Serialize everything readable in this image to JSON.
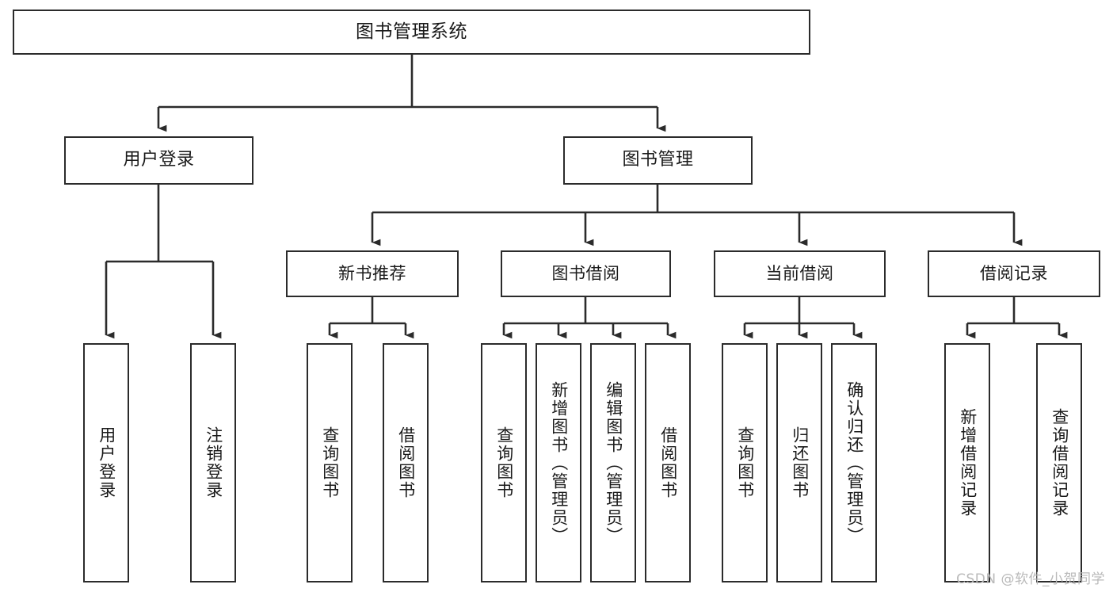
{
  "diagram": {
    "title": "图书管理系统",
    "type": "tree",
    "root": {
      "id": "root",
      "label": "图书管理系统"
    },
    "level2": [
      {
        "id": "user-login",
        "label": "用户登录"
      },
      {
        "id": "book-manage",
        "label": "图书管理"
      }
    ],
    "level3": [
      {
        "id": "new-book-rec",
        "label": "新书推荐"
      },
      {
        "id": "book-borrow",
        "label": "图书借阅"
      },
      {
        "id": "current-borrow",
        "label": "当前借阅"
      },
      {
        "id": "borrow-record",
        "label": "借阅记录"
      }
    ],
    "leaves": [
      {
        "id": "user-login-leaf",
        "label": "用户登录",
        "parent": "user-login"
      },
      {
        "id": "user-logout-leaf",
        "label": "注销登录",
        "parent": "user-login"
      },
      {
        "id": "query-book-1",
        "label": "查询图书",
        "parent": "new-book-rec"
      },
      {
        "id": "borrow-book-1",
        "label": "借阅图书",
        "parent": "new-book-rec"
      },
      {
        "id": "query-book-2",
        "label": "查询图书",
        "parent": "book-borrow"
      },
      {
        "id": "add-book",
        "label": "新增图书（管理员）",
        "parent": "book-borrow"
      },
      {
        "id": "edit-book",
        "label": "编辑图书（管理员）",
        "parent": "book-borrow"
      },
      {
        "id": "borrow-book-2",
        "label": "借阅图书",
        "parent": "book-borrow"
      },
      {
        "id": "query-book-3",
        "label": "查询图书",
        "parent": "current-borrow"
      },
      {
        "id": "return-book",
        "label": "归还图书",
        "parent": "current-borrow"
      },
      {
        "id": "confirm-return",
        "label": "确认归还（管理员）",
        "parent": "current-borrow"
      },
      {
        "id": "add-record",
        "label": "新增借阅记录",
        "parent": "borrow-record"
      },
      {
        "id": "query-record",
        "label": "查询借阅记录",
        "parent": "borrow-record"
      }
    ],
    "colors": {
      "box_border": "#2b2b2b",
      "box_fill": "#ffffff",
      "connector": "#2b2b2b",
      "text": "#1a1a1a",
      "watermark": "#b9b9b9",
      "background": "#ffffff"
    }
  },
  "watermark": {
    "text": "CSDN @软件_小贺同学"
  }
}
